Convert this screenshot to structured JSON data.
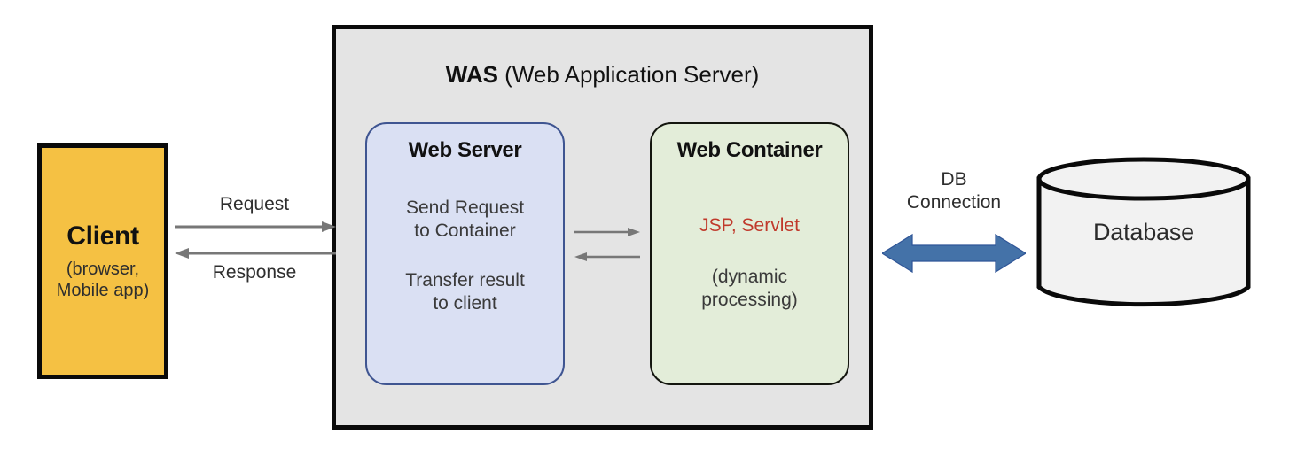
{
  "diagram": {
    "title_elements": {
      "was_bold": "WAS",
      "was_rest": " (Web Application Server)"
    },
    "client": {
      "title": "Client",
      "sub_line_1": "(browser,",
      "sub_line_2": "Mobile app)",
      "fill_color": "#F5C143",
      "border_color": "#0A0A0A"
    },
    "was": {
      "fill_color": "#E4E4E4",
      "border_color": "#0A0A0A"
    },
    "web_server": {
      "title": "Web Server",
      "line_1a": "Send Request",
      "line_1b": "to Container",
      "line_2a": "Transfer result",
      "line_2b": "to client",
      "fill_color": "#DAE0F3",
      "border_color": "#3F5591"
    },
    "web_container": {
      "title": "Web Container",
      "line_1": "JSP, Servlet",
      "line_1_color": "#C0392B",
      "line_2a": "(dynamic",
      "line_2b": "processing)",
      "fill_color": "#E3EDD9",
      "border_color": "#14160F"
    },
    "arrows": {
      "request_label": "Request",
      "response_label": "Response",
      "gray_color": "#777777",
      "db_label_line_1": "DB",
      "db_label_line_2": "Connection",
      "db_arrow_color": "#4472A8",
      "db_arrow_border": "#2F5597"
    },
    "database": {
      "label": "Database",
      "fill_color": "#F2F2F2",
      "border_color": "#0A0A0A"
    }
  }
}
